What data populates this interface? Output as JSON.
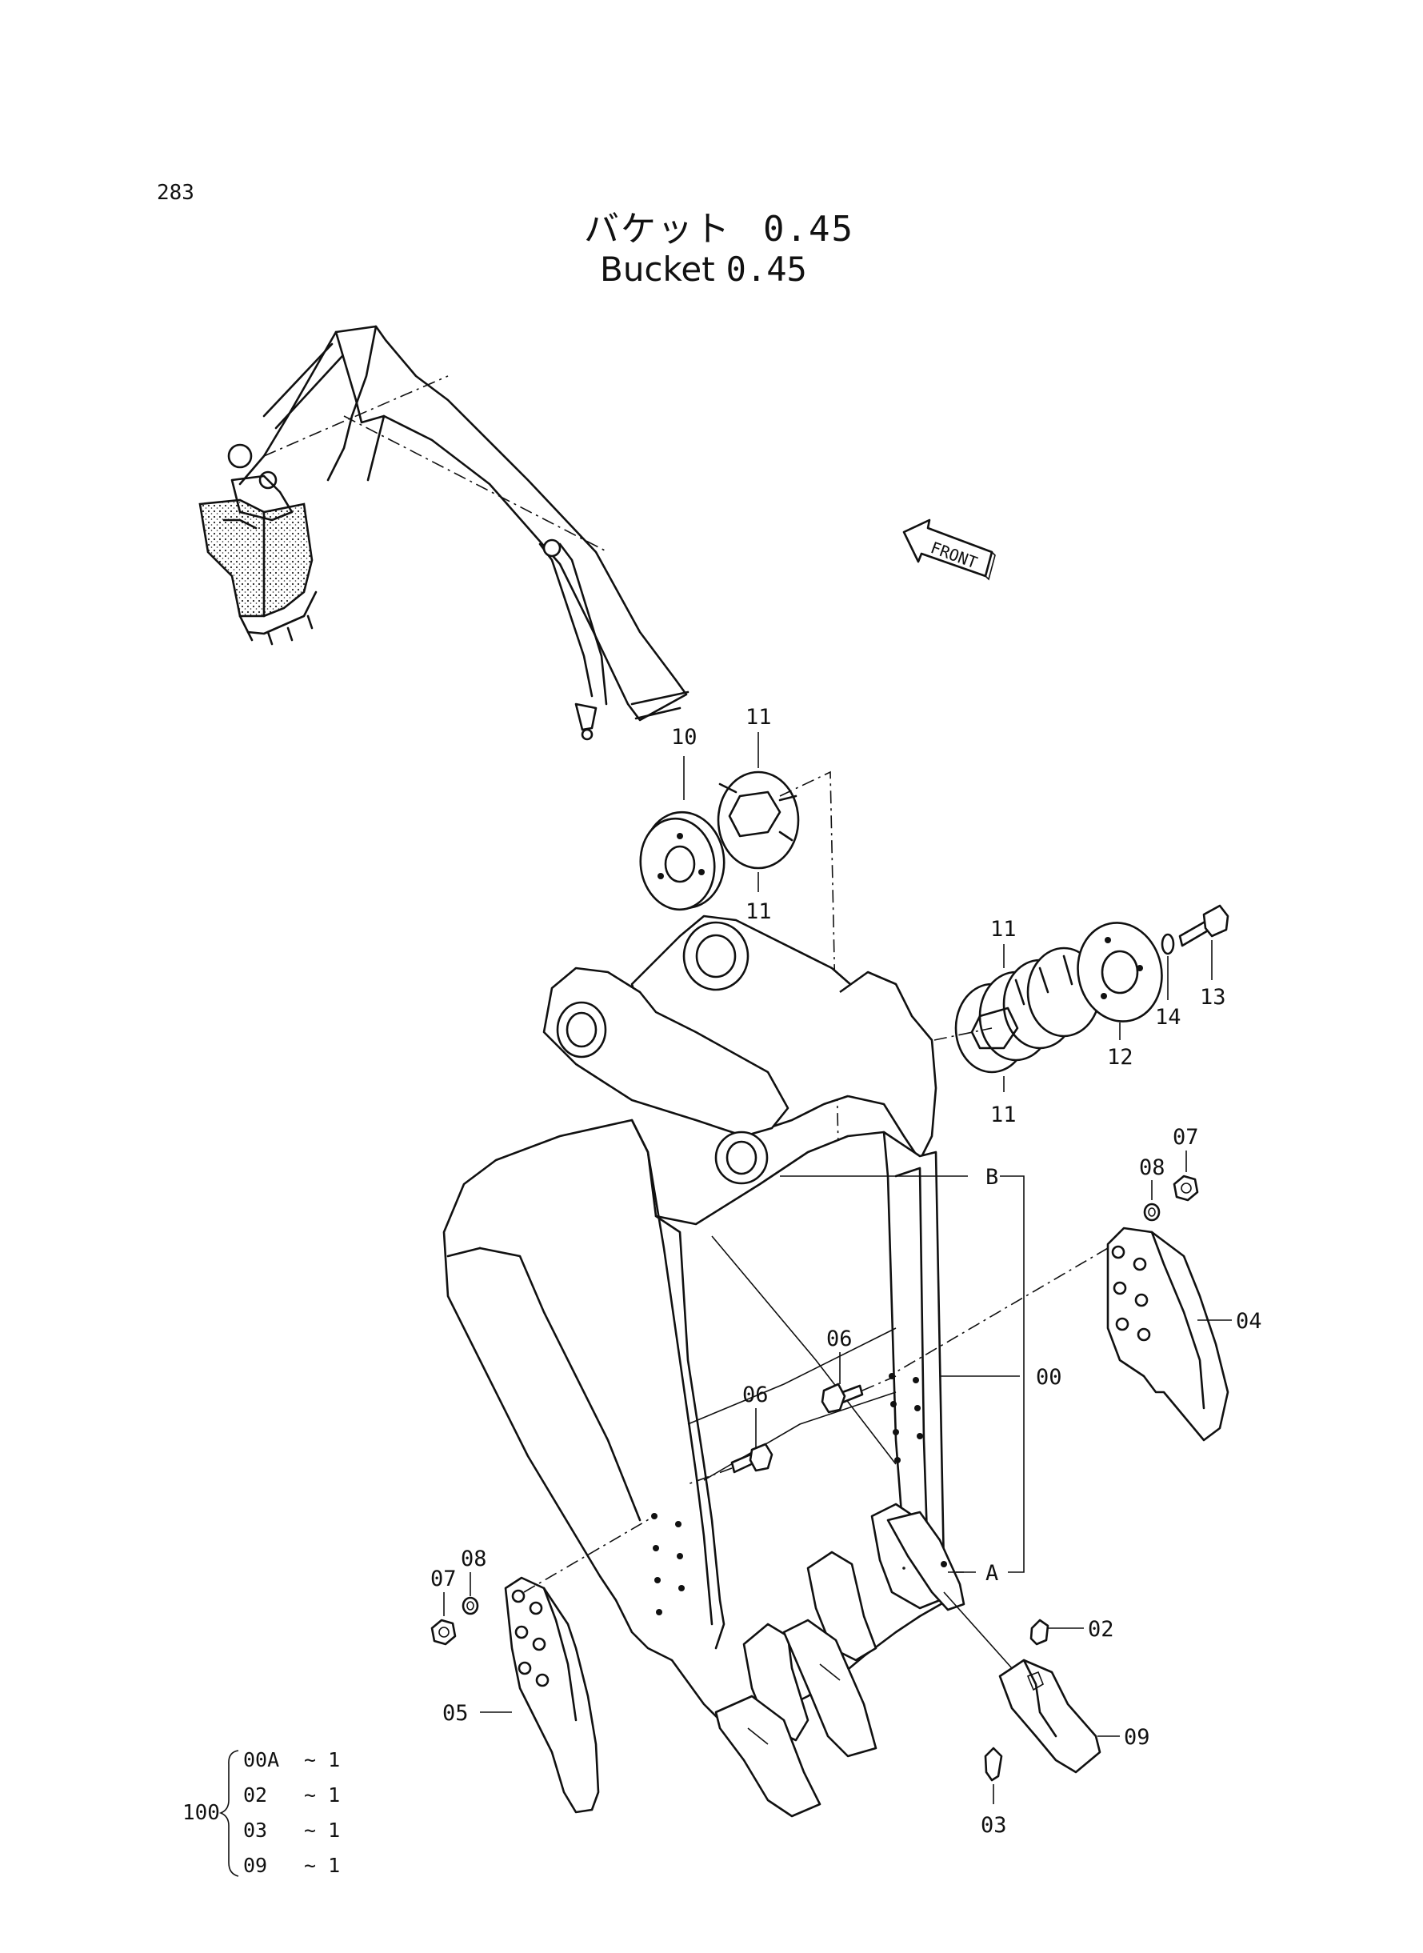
{
  "page_number": "283",
  "title": {
    "japanese": "バケット",
    "japanese_size": "0.45",
    "english": "Bucket",
    "english_size": "0.45"
  },
  "front_label": "FRONT",
  "callouts": {
    "c00": "00",
    "c02": "02",
    "c03": "03",
    "c04": "04",
    "c05": "05",
    "c06a": "06",
    "c06b": "06",
    "c07a": "07",
    "c07b": "07",
    "c08a": "08",
    "c08b": "08",
    "c09": "09",
    "c10": "10",
    "c11a": "11",
    "c11b": "11",
    "c11c": "11",
    "c11d": "11",
    "c12": "12",
    "c13": "13",
    "c14": "14",
    "refA": "A",
    "refB": "B"
  },
  "assembly": {
    "number": "100",
    "items": [
      {
        "code": "00A",
        "qty": "~ 1"
      },
      {
        "code": "02",
        "qty": "~ 1"
      },
      {
        "code": "03",
        "qty": "~ 1"
      },
      {
        "code": "09",
        "qty": "~ 1"
      }
    ]
  }
}
